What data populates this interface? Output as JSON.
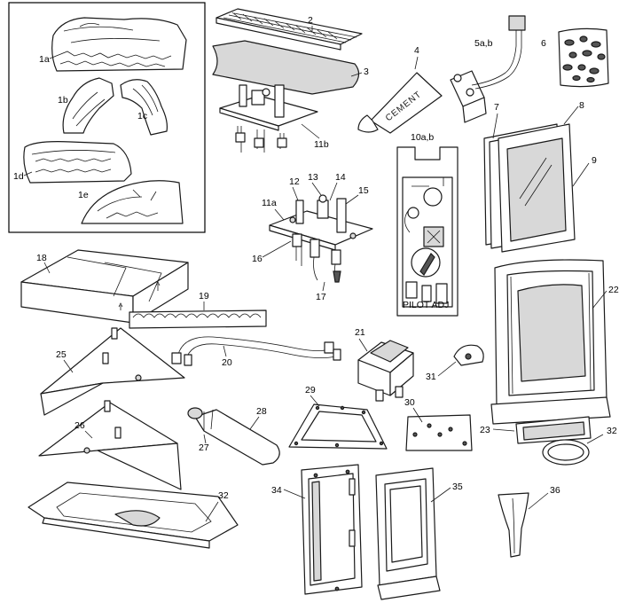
{
  "labels": {
    "l1a": "1a",
    "l1b": "1b",
    "l1c": "1c",
    "l1d": "1d",
    "l1e": "1e",
    "l2": "2",
    "l3": "3",
    "l4": "4",
    "l5": "5a,b",
    "l6": "6",
    "l7": "7",
    "l8": "8",
    "l9": "9",
    "l10": "10a,b",
    "l11a": "11a",
    "l11b": "11b",
    "l12": "12",
    "l13": "13",
    "l14": "14",
    "l15": "15",
    "l16": "16",
    "l17": "17",
    "l18": "18",
    "l19": "19",
    "l20": "20",
    "l21": "21",
    "l22": "22",
    "l23": "23",
    "l25": "25",
    "l26": "26",
    "l27": "27",
    "l28": "28",
    "l29": "29",
    "l30": "30",
    "l31": "31",
    "l32a": "32",
    "l32b": "32",
    "l34": "34",
    "l35": "35",
    "l36": "36"
  },
  "stamps": {
    "cement": "CEMENT",
    "pilot_adj": "PILOT ADJ"
  }
}
